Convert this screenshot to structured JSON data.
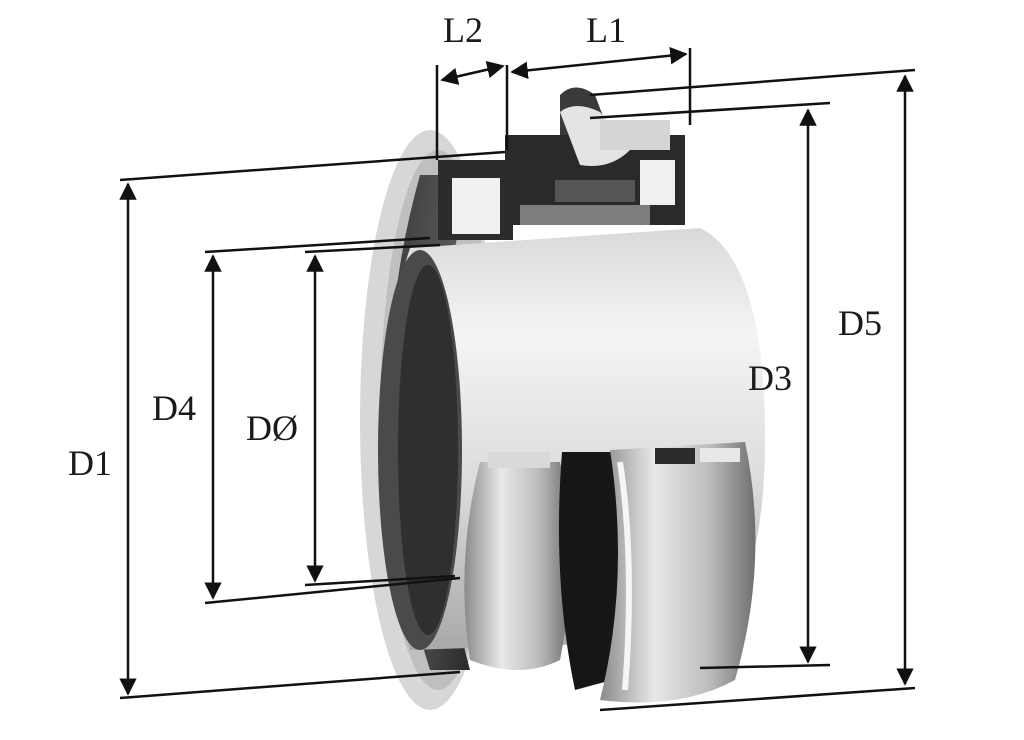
{
  "diagram": {
    "subject": "cartridge-seal-cutaway",
    "labels": {
      "l1": "L1",
      "l2": "L2",
      "d1": "D1",
      "d3": "D3",
      "d4": "D4",
      "d0": "DØ",
      "d5": "D5"
    },
    "colors": {
      "sleeve_light": "#ededed",
      "sleeve_mid": "#c8c8c8",
      "sleeve_dark": "#7a7a7a",
      "rubber": "#161616",
      "dimension_line": "#111111"
    }
  }
}
